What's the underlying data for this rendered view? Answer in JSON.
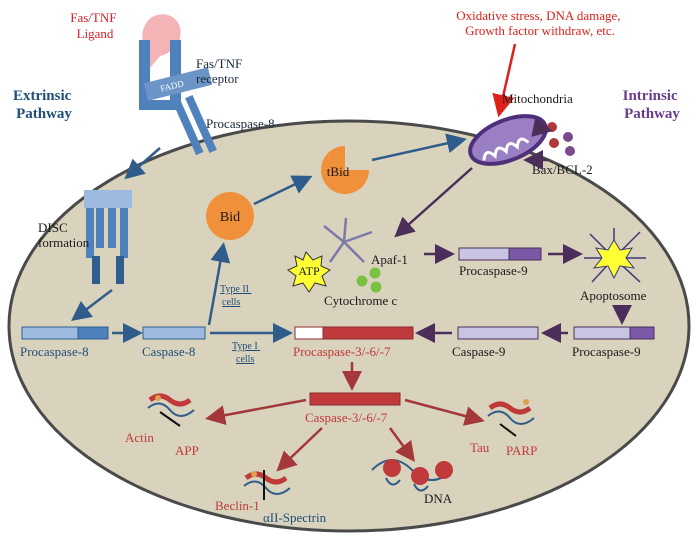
{
  "labels": {
    "ligand": [
      "Fas/TNF",
      "Ligand"
    ],
    "fadd": "FADD",
    "receptor": [
      "Fas/TNF",
      "receptor"
    ],
    "procaspase8_top": "Procaspase-8",
    "extrinsic": [
      "Extrinsic",
      "Pathway"
    ],
    "intrinsic": [
      "Intrinsic",
      "Pathway"
    ],
    "stress": [
      "Oxidative stress, DNA damage,",
      "Growth factor withdraw, etc."
    ],
    "mitochondria": "Mitochondria",
    "bax": "Bax/BCL-2",
    "tbid": "tBid",
    "bid": "Bid",
    "disc": [
      "DISC",
      "formation"
    ],
    "apaf": "Apaf-1",
    "atp": "ATP",
    "cytochrome": "Cytochrome c",
    "procaspase9_mid": "Procaspase-9",
    "apoptosome": "Apoptosome",
    "type2": [
      "Type II",
      "cells"
    ],
    "type1": [
      "Type I",
      "cells"
    ],
    "procaspase8_bottom": "Procaspase-8",
    "caspase8": "Caspase-8",
    "procaspase367": "Procaspase-3/-6/-7",
    "caspase9": "Caspase-9",
    "procaspase9_right": "Procaspase-9",
    "caspase367": "Caspase-3/-6/-7",
    "actin": "Actin",
    "app": "APP",
    "tau": "Tau",
    "parp": "PARP",
    "beclin": "Beclin-1",
    "spectrin": "αII-Spectrin",
    "dna": "DNA"
  },
  "colors": {
    "cell_fill": "#d9d3bd",
    "cell_stroke": "#4a4a4a",
    "extrinsic_text": "#1f4e79",
    "intrinsic_text": "#6a3d8c",
    "stress_text": "#e0201b",
    "ligand_text": "#d0202a",
    "receptor_blue": "#4f81bd",
    "receptor_dark": "#2e5e8e",
    "orange": "#f0903a",
    "purple": "#7a5aa6",
    "caspase_red": "#c0393b",
    "arrow_blue": "#2f5c8a",
    "arrow_purple": "#4b2e5a",
    "arrow_red": "#a3373a"
  }
}
